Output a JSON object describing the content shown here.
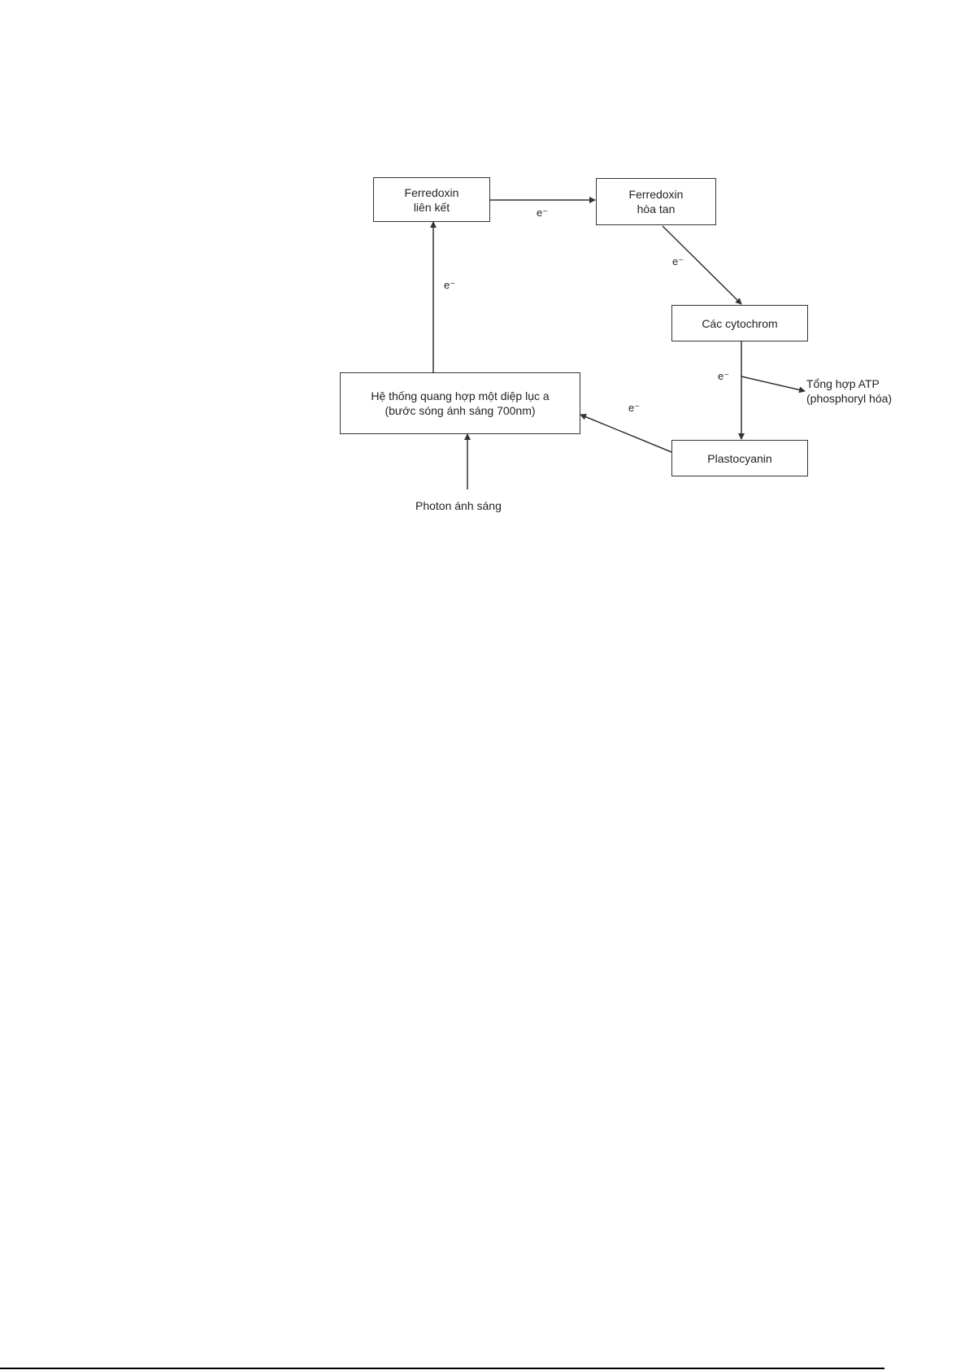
{
  "nodes": {
    "ferredoxin_bound": {
      "line1": "Ferredoxin",
      "line2": "liên kết"
    },
    "ferredoxin_soluble": {
      "line1": "Ferredoxin",
      "line2": "hòa tan"
    },
    "cytochromes": {
      "line1": "Các cytochrom"
    },
    "photosystem": {
      "line1": "Hệ thống quang hợp một diệp lục a",
      "line2": "(bước sóng ánh sáng 700nm)"
    },
    "plastocyanin": {
      "line1": "Plastocyanin"
    }
  },
  "labels": {
    "electron": "e⁻",
    "atp_line1": "Tổng hợp ATP",
    "atp_line2": "(phosphoryl hóa)",
    "photon": "Photon ánh sáng"
  }
}
